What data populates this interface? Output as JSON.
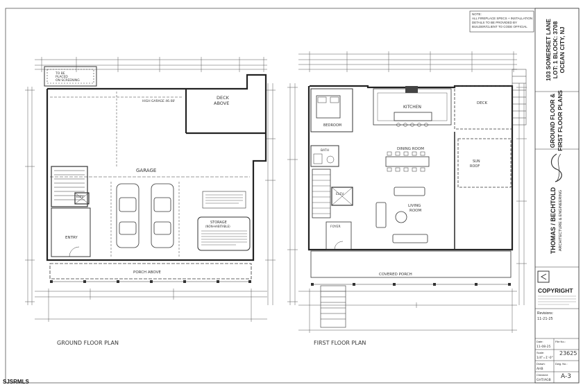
{
  "sheet": {
    "note": [
      "NOTE:",
      "ALL FIREPLACE SPECS + INSTALLATION",
      "DETAILS TO BE PROVIDED BY",
      "BUILDER/CLIENT TO CODE OFFICIAL"
    ],
    "ground_plan": {
      "title": "GROUND FLOOR PLAN",
      "garage": "GARAGE",
      "high_garage": "HIGH GARAGE 46.08'",
      "deck_above": [
        "DECK",
        "ABOVE"
      ],
      "elev": "ELEV.",
      "entry": "ENTRY",
      "storage": [
        "STORAGE",
        "(NON-HABITABLE)"
      ],
      "porch_above": "PORCH ABOVE",
      "ac_label": [
        "TO BE",
        "PLACED",
        "ON SCREENING"
      ]
    },
    "first_plan": {
      "title": "FIRST FLOOR PLAN",
      "kitchen": "KITCHEN",
      "deck": "DECK",
      "bedroom": "BEDROOM",
      "bath": "BATH",
      "dining": "DINING ROOM",
      "sun_roof": [
        "SUN",
        "ROOF"
      ],
      "elev": "ELEV.",
      "living": [
        "LIVING",
        "ROOM"
      ],
      "foyer": "FOYER",
      "covered_porch": "COVERED PORCH"
    },
    "title_block": {
      "address": [
        "103 SOMERSET LANE",
        "LOT: 1  BLOCK: 3708",
        "OCEAN CITY, NJ"
      ],
      "sheet_title": [
        "GROUND FLOOR &",
        "FIRST FLOOR PLANS"
      ],
      "firm": "THOMAS / BECHTOLD",
      "firm_sub": "ARCHITECTURE & ENGINEERING",
      "copyright": "COPYRIGHT",
      "revisions_label": "Revisions:",
      "revision_date": "11-21-25",
      "date_label": "Date:",
      "date_value": "11-08-25",
      "file_label": "File No.:",
      "file_no": "23625",
      "scale_label": "Scale:",
      "scale_value": "1/4\"=1'-0\"",
      "drawn_label": "Drawn:",
      "drawn_value": "AHB",
      "checked_label": "Checked:",
      "checked_value": "GHT/AGB",
      "dwg_label": "Dwg. No.:",
      "dwg_no": "A-3"
    }
  },
  "watermark": "SJSRMLS"
}
